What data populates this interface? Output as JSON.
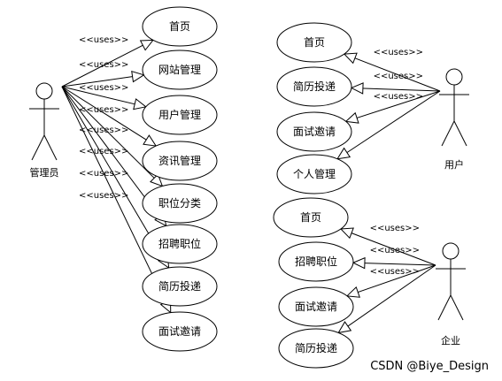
{
  "relation_label": "<<uses>>",
  "watermark": "CSDN @Biye_Design",
  "groups": [
    {
      "actor": "管理员",
      "use_cases": [
        "首页",
        "网站管理",
        "用户管理",
        "资讯管理",
        "职位分类",
        "招聘职位",
        "简历投递",
        "面试邀请"
      ]
    },
    {
      "actor": "用户",
      "use_cases": [
        "首页",
        "简历投递",
        "面试邀请",
        "个人管理"
      ]
    },
    {
      "actor": "企业",
      "use_cases": [
        "首页",
        "招聘职位",
        "面试邀请",
        "简历投递"
      ]
    }
  ]
}
